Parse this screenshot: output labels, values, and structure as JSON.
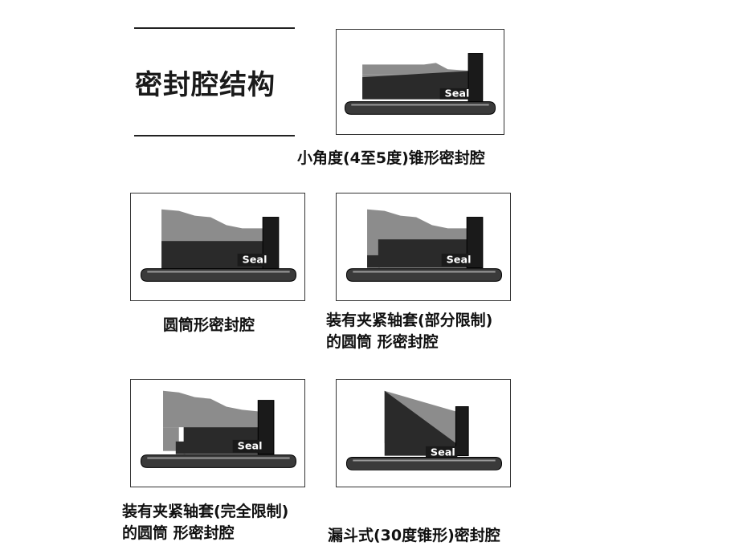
{
  "title": "密封腔结构",
  "seal_label": "Seal",
  "panels": {
    "small_taper": {
      "caption": "小角度(4至5度)锥形密封腔"
    },
    "cylindrical": {
      "caption": "圆筒形密封腔"
    },
    "partial_sleeve": {
      "caption_line1": "装有夹紧轴套(部分限制)",
      "caption_line2": "的圆筒 形密封腔"
    },
    "full_sleeve": {
      "caption_line1": "装有夹紧轴套(完全限制)",
      "caption_line2": "的圆筒 形密封腔"
    },
    "funnel": {
      "caption": "漏斗式(30度锥形)密封腔"
    }
  },
  "colors": {
    "light_gray": "#8c8c8c",
    "dark": "#2a2a2a",
    "darker": "#1a1a1a",
    "shaft": "#3a3a3a"
  }
}
